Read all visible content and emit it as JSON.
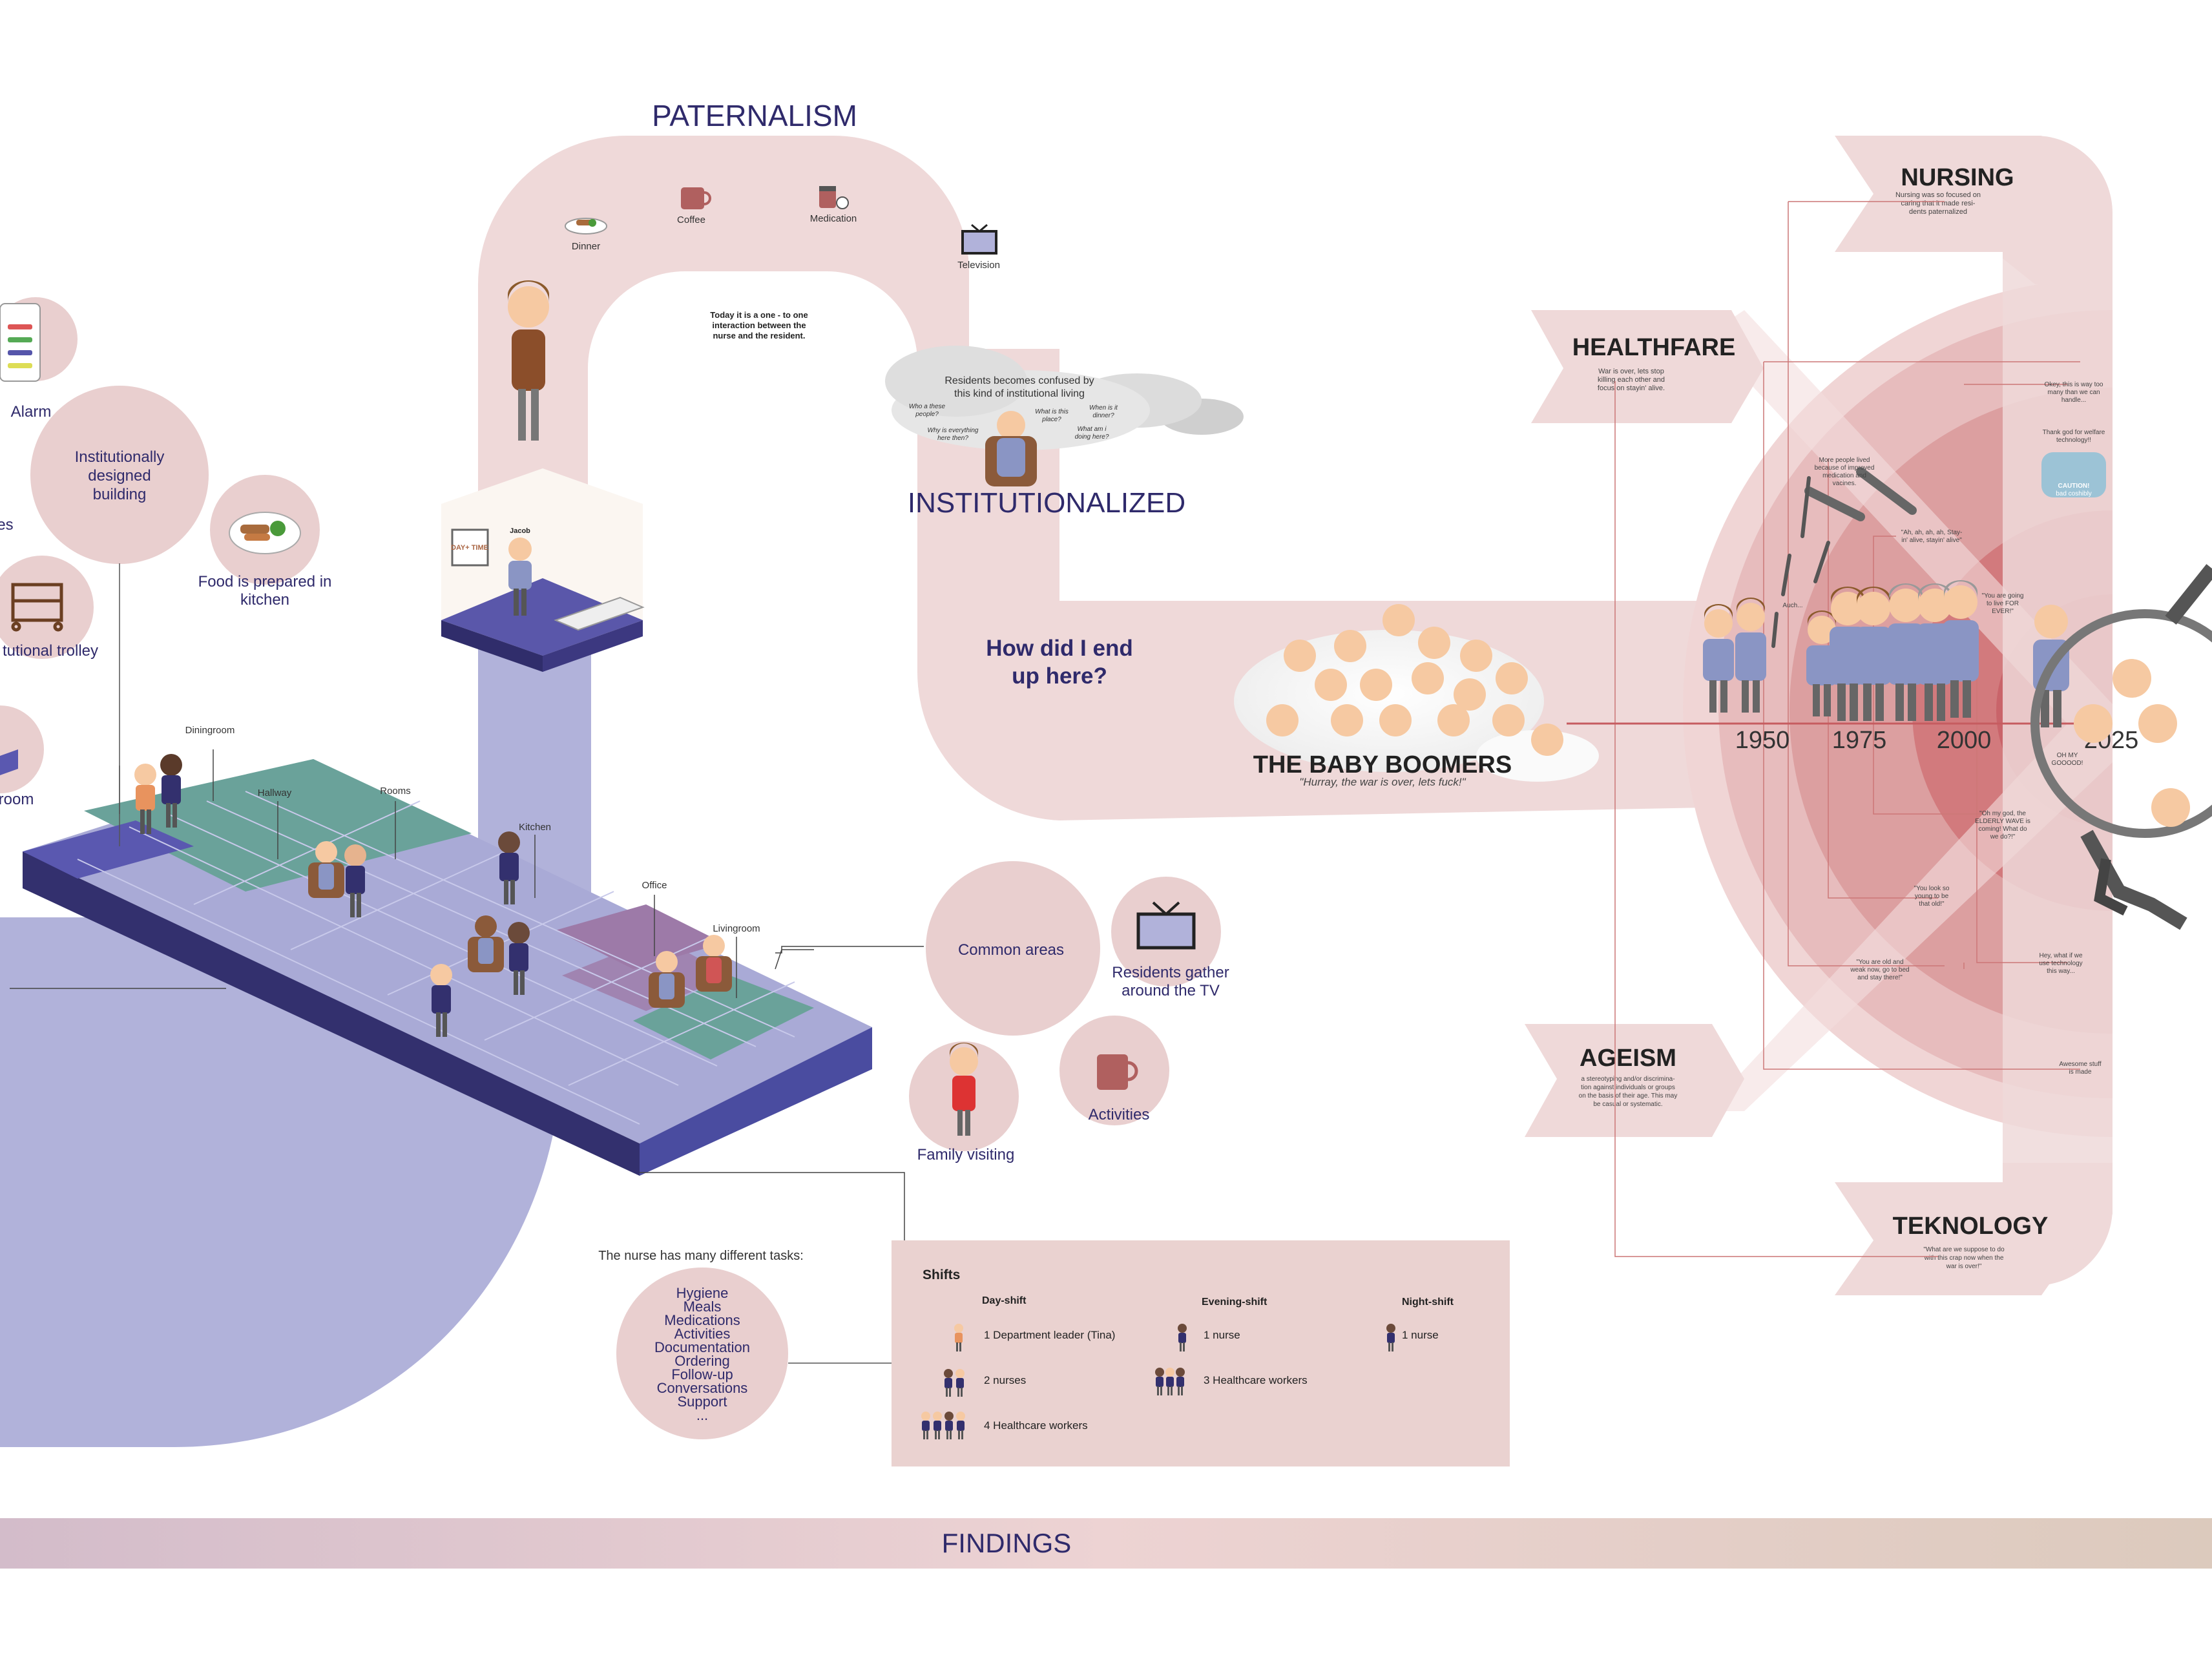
{
  "colors": {
    "pink_band": "#efd9d9",
    "pink_circle": "#e9cfcf",
    "lavender": "#b1b2da",
    "navy_text": "#2f2a6b",
    "red_core": "#c9646a",
    "red_mid": "#d98b8e",
    "red_outer": "#e9c0c0",
    "floor_side": "#33306e",
    "floor_top": "#a9aad6",
    "floor_teal": "#6aa29a",
    "floor_purple": "#9d7aa8",
    "shift_box": "#ead2d0",
    "findings_bar": "#dcc6c6"
  },
  "headings": {
    "paternalism": "PATERNALISM",
    "institutionalized": "INSTITUTIONALIZED",
    "how_did_i": "How did I end",
    "up_here": "up here?",
    "baby_boomers": "THE BABY BOOMERS",
    "baby_boomers_quote": "\"Hurray, the war is over, lets fuck!\"",
    "findings": "FINDINGS"
  },
  "paternalism_items": {
    "dinner": "Dinner",
    "coffee": "Coffee",
    "medication": "Medication",
    "television": "Television",
    "interaction_1": "Today it is a one - to one",
    "interaction_2": "interaction between the",
    "interaction_3": "nurse and the resident."
  },
  "cloud": {
    "line1": "Residents becomes confused by",
    "line2": "this kind of institutional living",
    "q1a": "Who a these",
    "q1b": "people?",
    "q2a": "What is this",
    "q2b": "place?",
    "q3a": "When is it",
    "q3b": "dinner?",
    "q4a": "Why is everything",
    "q4b": "here then?",
    "q5a": "What am i",
    "q5b": "doing here?"
  },
  "left_circles": {
    "alarm": "Alarm",
    "institutional_1": "Institutionally",
    "institutional_2": "designed",
    "institutional_3": "building",
    "food_1": "Food is prepared in",
    "food_2": "kitchen",
    "trolley": "tutional trolley",
    "es": "es",
    "room": "room"
  },
  "floor_labels": {
    "diningroom": "Diningroom",
    "hallway": "Hallway",
    "rooms": "Rooms",
    "kitchen": "Kitchen",
    "office": "Office",
    "livingroom": "Livingroom",
    "jacob": "Jacob",
    "sign": "DAY+ TIME"
  },
  "right_circles": {
    "common": "Common areas",
    "tv_1": "Residents gather",
    "tv_2": "around the TV",
    "family": "Family visiting",
    "activities": "Activities"
  },
  "tasks": {
    "intro": "The nurse has many different tasks:",
    "items": [
      "Hygiene",
      "Meals",
      "Medications",
      "Activities",
      "Documentation",
      "Ordering",
      "Follow-up",
      "Conversations",
      "Support",
      "..."
    ]
  },
  "shifts": {
    "title": "Shifts",
    "day": "Day-shift",
    "evening": "Evening-shift",
    "night": "Night-shift",
    "day_1": "1 Department leader (Tina)",
    "day_2": "2 nurses",
    "day_3": "4 Healthcare workers",
    "evening_1": "1 nurse",
    "evening_2": "3 Healthcare workers",
    "night_1": "1 nurse"
  },
  "arrows": {
    "nursing_title": "NURSING",
    "nursing_text": [
      "Nursing was so focused on",
      "caring that it made resi-",
      "dents paternalized"
    ],
    "healthfare_title": "HEALTHFARE",
    "healthfare_text": [
      "War is over, lets stop",
      "killing each other and",
      "focus on stayin' alive."
    ],
    "ageism_title": "AGEISM",
    "ageism_text": [
      "a stereotyping and/or discrimina-",
      "tion against individuals or groups",
      "on the basis of their age. This may",
      "be casual or systematic."
    ],
    "teknology_title": "TEKNOLOGY",
    "teknology_text": [
      "\"What are we suppose to do",
      "with this crap now when the",
      "war is over!\""
    ]
  },
  "timeline": {
    "years": [
      "1950",
      "1975",
      "2000",
      "2025"
    ]
  },
  "quotes": {
    "okey": [
      "Okey, this is way too",
      "many than we can",
      "handle..."
    ],
    "thank": [
      "Thank god for welfare",
      "technology!!"
    ],
    "caution": [
      "CAUTION!",
      "bad coshibly"
    ],
    "more_people": [
      "More people lived",
      "because of improved",
      "medication and",
      "vacines."
    ],
    "ah": [
      "\"Ah, ah, ah, ah, Stay-",
      "in' alive, stayin' alive\""
    ],
    "auch": "Auch...",
    "live_forever": [
      "\"You are going",
      "to live FOR",
      "EVER!\""
    ],
    "oh_my": [
      "OH MY",
      "GOOOOD!"
    ],
    "elderly_wave": [
      "\"Oh my god, the",
      "ELDERLY WAVE is",
      "coming! What do",
      "we do?!\""
    ],
    "too_young": [
      "\"You look so",
      "young to be",
      "that old!\""
    ],
    "old_weak": [
      "\"You are old and",
      "weak now, go to bed",
      "and stay there!\""
    ],
    "hey": [
      "Hey, what if we",
      "use technology",
      "this way..."
    ],
    "awesome": [
      "Awesome stuff",
      "is made"
    ]
  }
}
